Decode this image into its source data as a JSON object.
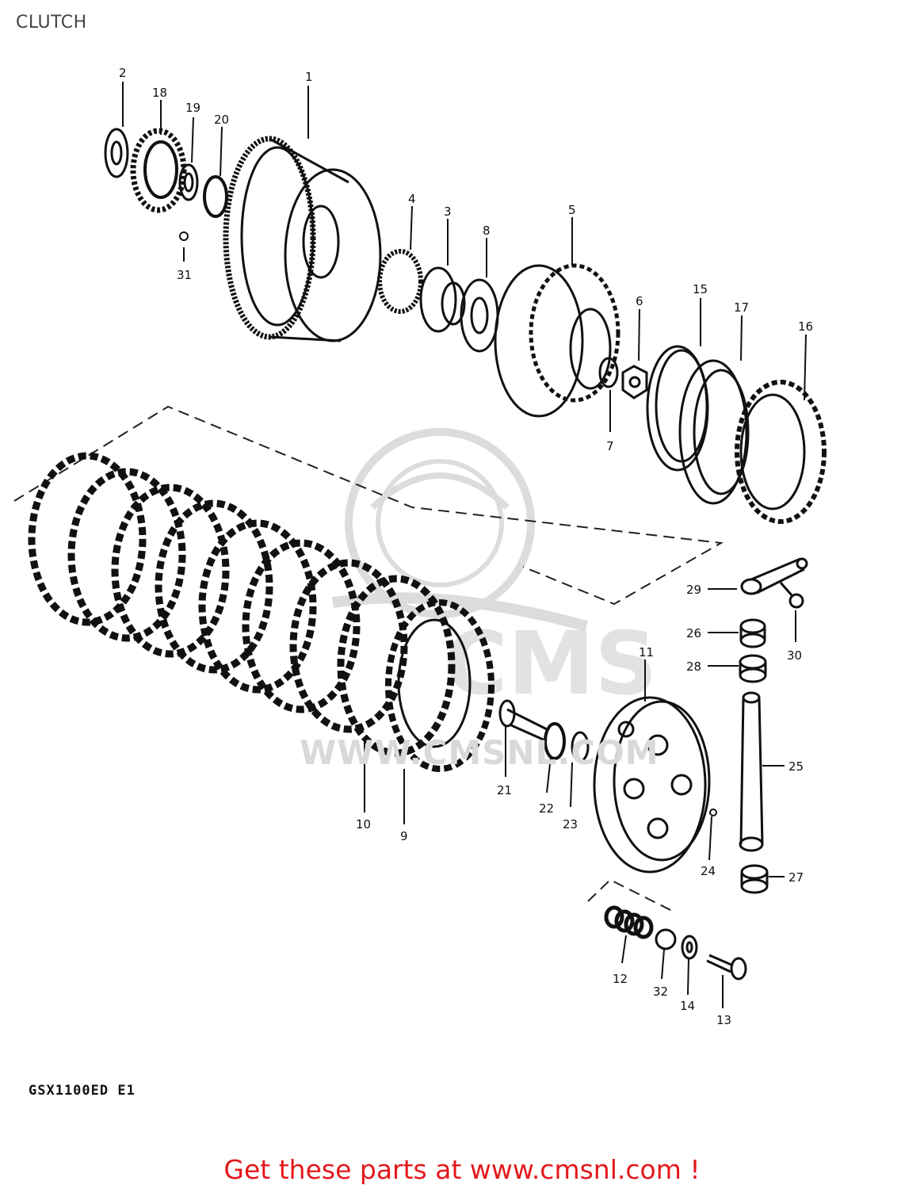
{
  "page": {
    "title": "CLUTCH"
  },
  "diagram": {
    "model_code": "GSX1100ED E1",
    "watermark_text": "WWW.CMSNL.COM",
    "watermark_logo": "CMS",
    "part_numbers": [
      "1",
      "2",
      "3",
      "4",
      "5",
      "6",
      "7",
      "8",
      "9",
      "10",
      "11",
      "12",
      "13",
      "14",
      "15",
      "16",
      "17",
      "18",
      "19",
      "20",
      "21",
      "22",
      "23",
      "24",
      "25",
      "26",
      "27",
      "28",
      "29",
      "30",
      "31",
      "32"
    ]
  },
  "footer": {
    "link_text": "Get these parts at www.cmsnl.com !"
  },
  "colors": {
    "ink": "#111111",
    "link": "#e3191c",
    "watermark": "#d9d9d9"
  }
}
